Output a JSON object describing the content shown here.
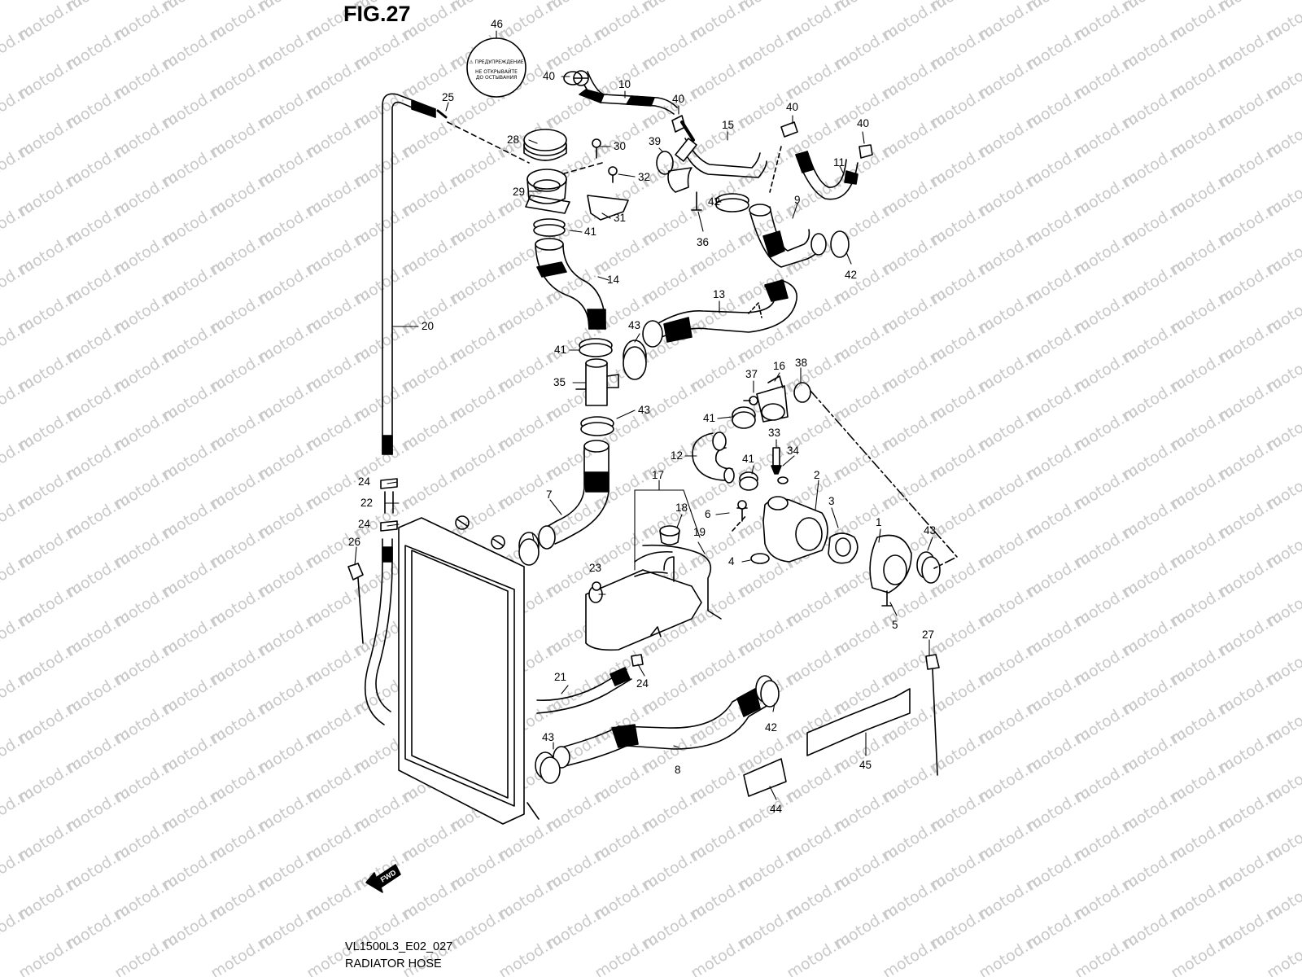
{
  "figure_title": "FIG.27",
  "model_code": "VL1500L3_E02_027",
  "section_title": "RADIATOR HOSE",
  "watermark": "motod.ru",
  "fwd_label": "FWD",
  "cap_warning": [
    "⚠ ПРЕДУПРЕЖДЕНИЕ",
    "НЕ ОТКРЫВАЙТЕ",
    "ДО ОСТЫВАНИЯ"
  ],
  "callouts": [
    "46",
    "40",
    "10",
    "25",
    "40",
    "15",
    "40",
    "40",
    "39",
    "11",
    "28",
    "30",
    "32",
    "29",
    "42",
    "31",
    "41",
    "36",
    "9",
    "42",
    "14",
    "20",
    "13",
    "43",
    "41",
    "37",
    "16",
    "38",
    "35",
    "43",
    "41",
    "33",
    "34",
    "12",
    "41",
    "17",
    "18",
    "6",
    "2",
    "3",
    "1",
    "43",
    "7",
    "24",
    "22",
    "24",
    "26",
    "19",
    "23",
    "4",
    "5",
    "27",
    "21",
    "24",
    "42",
    "43",
    "8",
    "45",
    "44"
  ]
}
